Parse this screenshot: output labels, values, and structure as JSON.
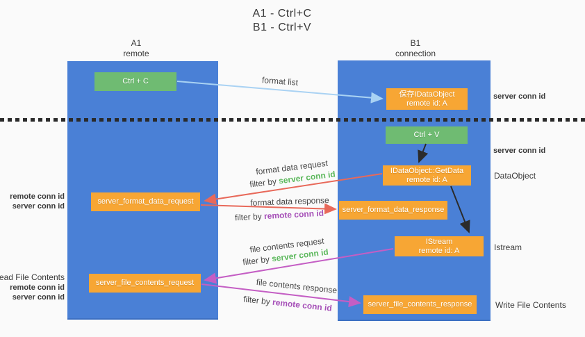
{
  "title": {
    "line1": "A1 - Ctrl+C",
    "line2": "B1 - Ctrl+V"
  },
  "lanes": {
    "left": {
      "name": "A1",
      "role": "remote"
    },
    "right": {
      "name": "B1",
      "role": "connection"
    }
  },
  "nodes": {
    "ctrl_c": "Ctrl + C",
    "ctrl_v": "Ctrl + V",
    "save_dataobject": {
      "line1": "保存IDataObject",
      "line2": "remote id: A"
    },
    "getdata": {
      "line1": "IDataObject::GetData",
      "line2": "remote id: A"
    },
    "istream": {
      "line1": "IStream",
      "line2": "remote id: A"
    },
    "server_format_data_request": "server_format_data_request",
    "server_format_data_response": "server_format_data_response",
    "server_file_contents_request": "server_file_contents_request",
    "server_file_contents_response": "server_file_contents_response"
  },
  "edge_labels": {
    "format_list": "format list",
    "format_data_request": "format data request",
    "format_data_response": "format data response",
    "file_contents_request": "file contents request",
    "file_contents_response": "file contents response",
    "filter_by": "filter by",
    "server_conn_id": "server conn id",
    "remote_conn_id": "remote conn id"
  },
  "side_labels": {
    "remote_conn_id": "remote conn id",
    "server_conn_id": "server conn id",
    "read_file_contents": "Read File Contents",
    "write_file_contents": "Write File Contents",
    "dataobject": "DataObject",
    "istream": "Istream"
  },
  "colors": {
    "lane_blue": "#4a80d6",
    "box_orange": "#f7a634",
    "box_green": "#6fbb72",
    "arrow_light_blue": "#a9d2f3",
    "arrow_black": "#2b2b2b",
    "arrow_red": "#e8695a",
    "arrow_magenta": "#c45ec4",
    "text_green": "#5cb85c",
    "text_purple": "#a650b8",
    "text_dark": "#3b3b3b"
  }
}
